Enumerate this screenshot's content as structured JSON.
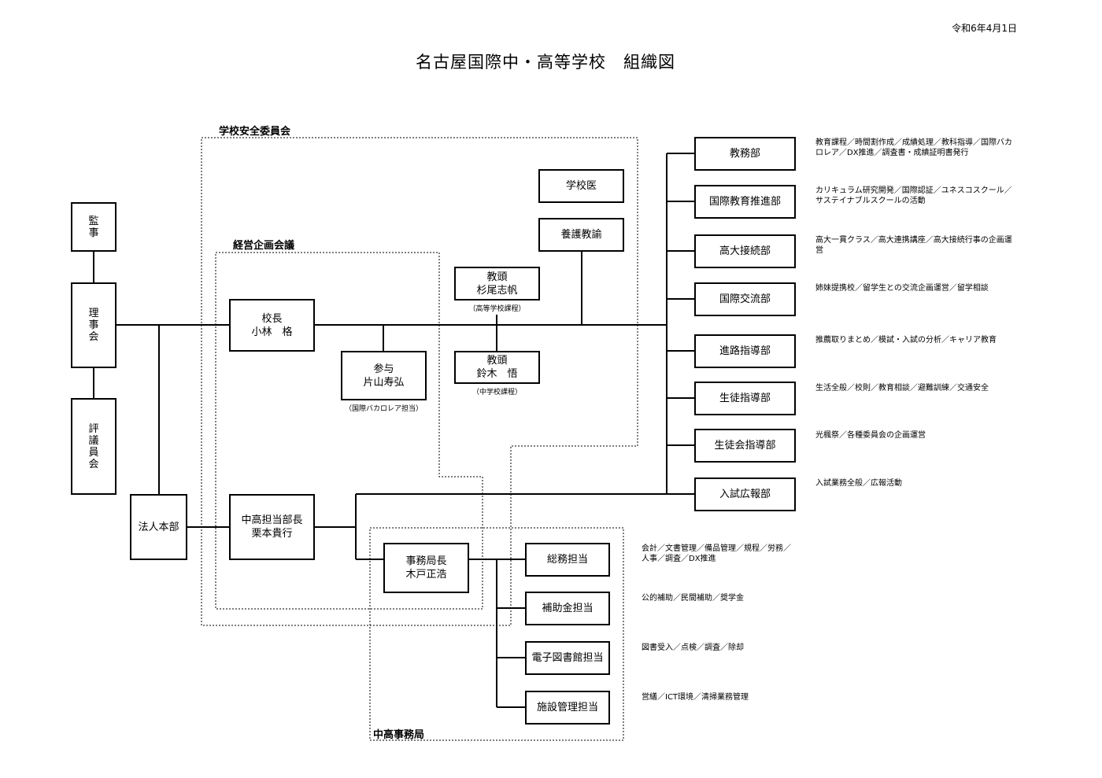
{
  "date": "令和6年4月1日",
  "title": "名古屋国際中・高等学校　組織図",
  "groups": {
    "safety": "学校安全委員会",
    "planning": "経営企画会議",
    "office": "中高事務局"
  },
  "boxes": {
    "kanji": [
      "監",
      "事"
    ],
    "rijikai": [
      "理",
      "事",
      "会"
    ],
    "hyogiinkai": [
      "評",
      "議",
      "員",
      "会"
    ],
    "hojin": "法人本部",
    "kocho": {
      "title": "校長",
      "name": "小林　格"
    },
    "sanyo": {
      "title": "参与",
      "name": "片山寿弘"
    },
    "sanyo_note": "（国際バカロレア担当）",
    "kyoto1": {
      "title": "教頭",
      "name": "杉尾志帆"
    },
    "kyoto1_note": "（高等学校課程）",
    "kyoto2": {
      "title": "教頭",
      "name": "鈴木　悟"
    },
    "kyoto2_note": "（中学校課程）",
    "gakkoi": "学校医",
    "yogo": "養護教諭",
    "chuko": {
      "title": "中高担当部長",
      "name": "栗本貴行"
    },
    "jimu": {
      "title": "事務局長",
      "name": "木戸正浩"
    }
  },
  "departments": [
    {
      "name": "教務部",
      "desc": "教育課程／時間割作成／成績処理／教科指導／国際バカロレア／DX推進／調査書・成績証明書発行"
    },
    {
      "name": "国際教育推進部",
      "desc": "カリキュラム研究開発／国際認証／ユネスコスクール／サステイナブルスクールの活動"
    },
    {
      "name": "高大接続部",
      "desc": "高大一貫クラス／高大連携講座／高大接続行事の企画運営"
    },
    {
      "name": "国際交流部",
      "desc": "姉妹提携校／留学生との交流企画運営／留学相談"
    },
    {
      "name": "進路指導部",
      "desc": "推薦取りまとめ／模試・入試の分析／キャリア教育"
    },
    {
      "name": "生徒指導部",
      "desc": "生活全般／校則／教育相談／避難訓練／交通安全"
    },
    {
      "name": "生徒会指導部",
      "desc": "光楓祭／各種委員会の企画運営"
    },
    {
      "name": "入試広報部",
      "desc": "入試業務全般／広報活動"
    }
  ],
  "office_units": [
    {
      "name": "総務担当",
      "desc": "会計／文書管理／備品管理／規程／労務／人事／調査／DX推進"
    },
    {
      "name": "補助金担当",
      "desc": "公的補助／民間補助／奨学金"
    },
    {
      "name": "電子図書館担当",
      "desc": "図書受入／点検／調査／除却"
    },
    {
      "name": "施設管理担当",
      "desc": "営繕／ICT環境／清掃業務管理"
    }
  ]
}
